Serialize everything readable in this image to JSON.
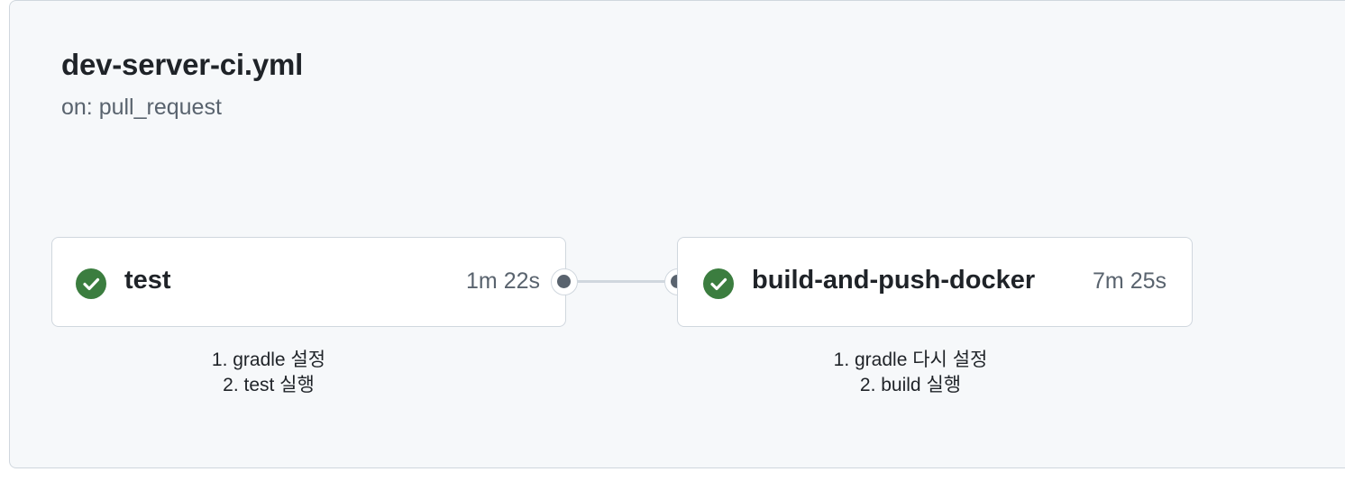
{
  "workflow": {
    "title": "dev-server-ci.yml",
    "trigger": "on: pull_request"
  },
  "jobs": [
    {
      "name": "test",
      "duration": "1m 22s",
      "status": "success",
      "status_icon": "check-circle-icon",
      "notes": [
        "1. gradle 설정",
        "2. test 실행"
      ]
    },
    {
      "name": "build-and-push-docker",
      "duration": "7m 25s",
      "status": "success",
      "status_icon": "check-circle-icon",
      "notes": [
        "1. gradle 다시 설정",
        "2. build 실행"
      ]
    }
  ],
  "colors": {
    "success": "#3b7d3f",
    "panel_bg": "#f6f8fa",
    "border": "#d0d7de",
    "muted_text": "#59636e"
  }
}
